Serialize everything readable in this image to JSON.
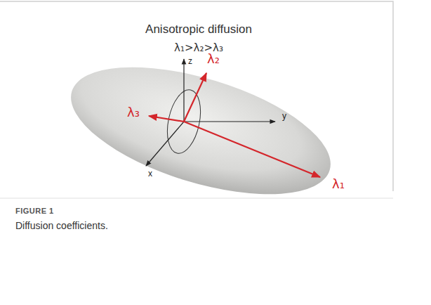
{
  "diagram": {
    "title": "Anisotropic diffusion",
    "caption": "Diffusion coefficients.",
    "labels": [
      "λ₁>λ₂>λ₃",
      "z",
      "y",
      "x",
      "λ₂",
      "λ₃",
      "λ₁",
      "FIGURE 1"
    ]
  }
}
